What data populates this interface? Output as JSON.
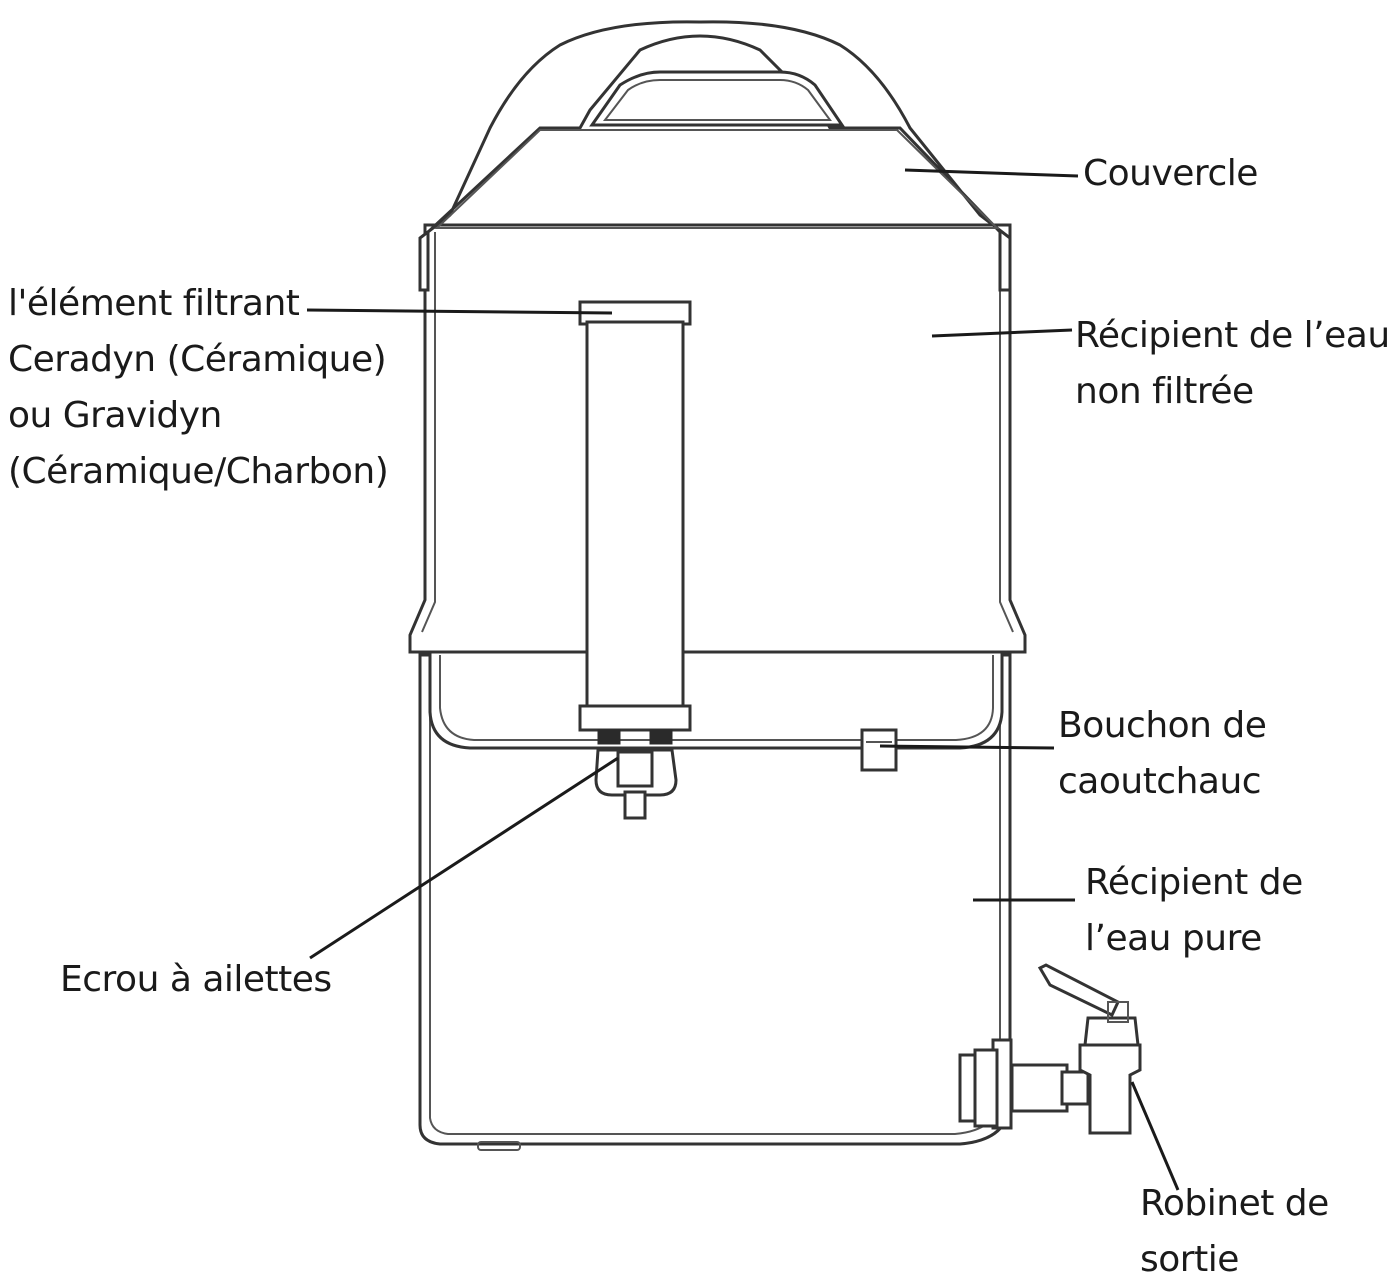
{
  "labels": {
    "couvercle": "Couvercle",
    "recipient_non_filtree": [
      "Récipient de l’eau",
      "non filtrée"
    ],
    "element_filtrant": [
      "l'élément filtrant",
      "Ceradyn (Céramique)",
      "ou Gravidyn",
      "(Céramique/Charbon)"
    ],
    "bouchon": [
      "Bouchon de",
      "caoutchauc"
    ],
    "recipient_pure": [
      "Récipient de",
      "l’eau pure"
    ],
    "ecrou": "Ecrou à ailettes",
    "robinet": [
      "Robinet de",
      "sortie"
    ]
  },
  "colors": {
    "stroke": "#333333",
    "text": "#1a1a1a",
    "background": "#ffffff"
  }
}
